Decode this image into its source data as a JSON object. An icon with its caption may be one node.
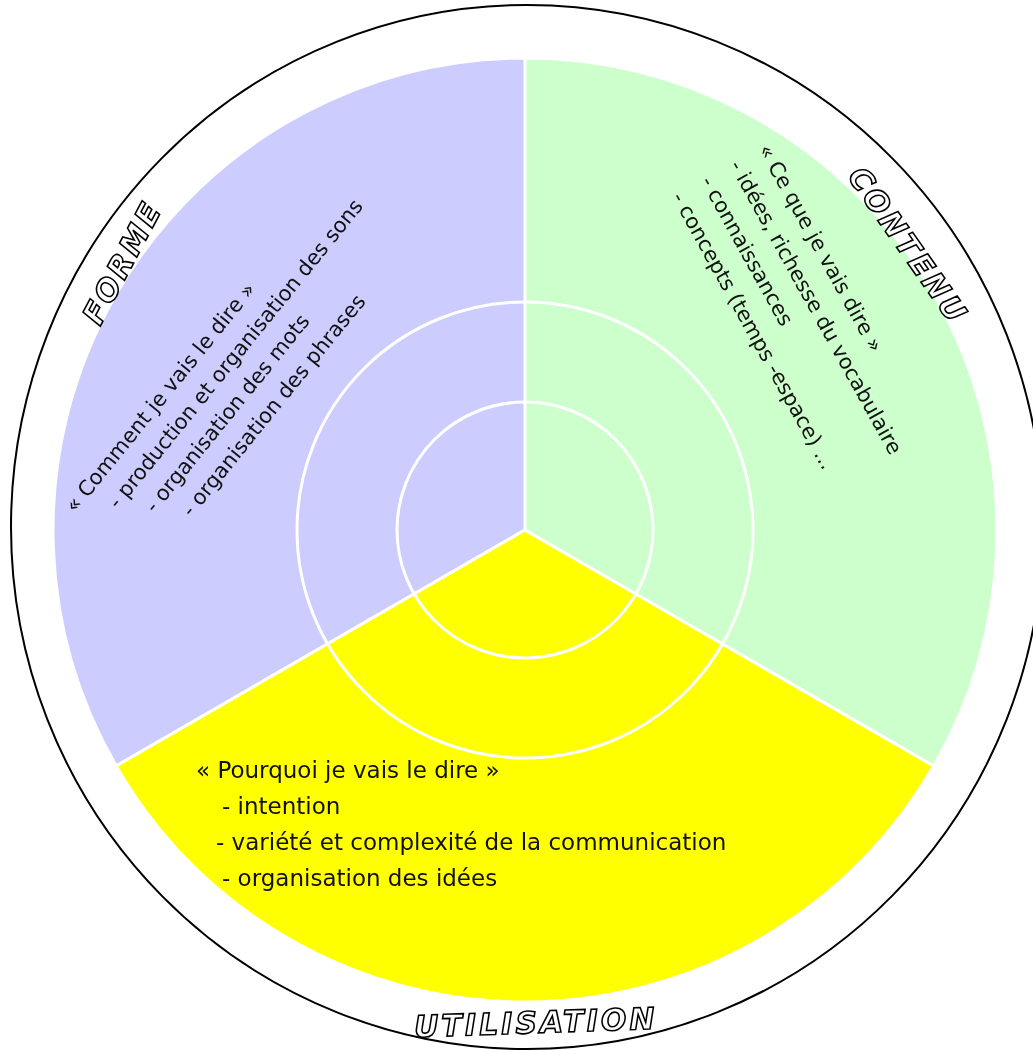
{
  "diagram": {
    "nodes": [
      {
        "text": [
          "FORME",
          "« Comment je vais le dire »",
          "- production et organisation des sons",
          "- organisation des mots",
          "- organisation des phrases"
        ]
      },
      {
        "text": [
          "CONTENU",
          "« Ce que je vais dire »",
          "- idées, richesse du vocabulaire",
          "- connaissances",
          "- concepts (temps -espace) ..."
        ]
      },
      {
        "text": [
          "UTILISATION",
          "« Pourquoi je vais le dire »",
          "- intention",
          "- variété et complexité de la communication",
          "- organisation des idées"
        ]
      }
    ]
  }
}
